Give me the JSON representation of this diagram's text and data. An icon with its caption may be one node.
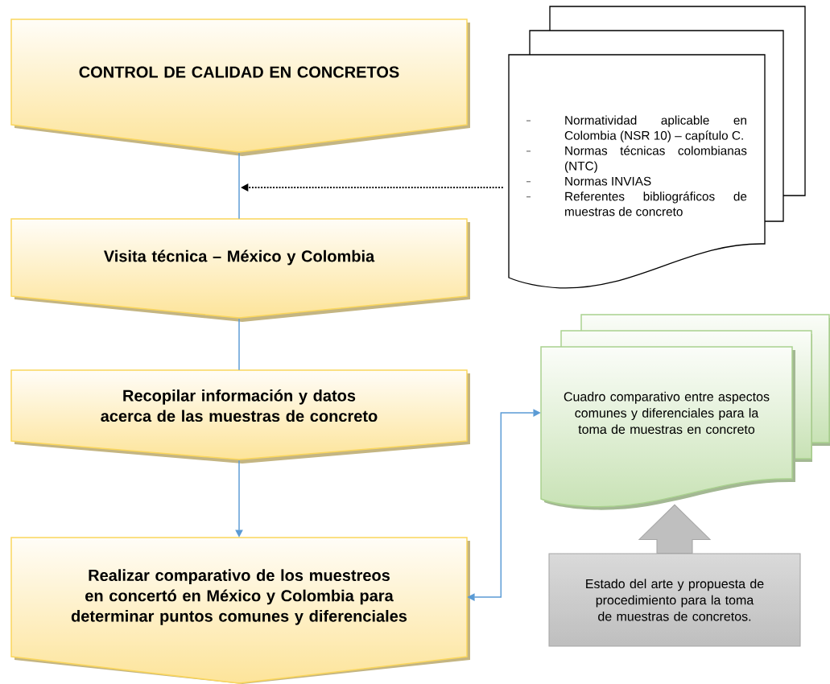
{
  "diagram": {
    "nodes": [
      {
        "text": [
          "CONTROL DE CALIDAD EN CONCRETOS"
        ]
      },
      {
        "text": [
          "Visita técnica – México y Colombia"
        ]
      },
      {
        "text": [
          "Recopilar información y datos acerca de las muestras de concreto"
        ]
      },
      {
        "text": [
          "Realizar comparativo de los muestreos en concertó en México y Colombia para determinar puntos comunes y diferenciales"
        ]
      },
      {
        "text": [
          "Normatividad aplicable en Colombia (NSR 10) – capítulo C.",
          "Normas técnicas colombianas (NTC)",
          "Normas INVIAS",
          "Referentes bibliográficos de muestras de concreto"
        ]
      },
      {
        "text": [
          "Cuadro comparativo entre aspectos comunes y diferenciales para la toma de muestras en concreto"
        ]
      },
      {
        "text": [
          "Estado del arte y propuesta de procedimiento para la toma de muestras de concretos."
        ]
      }
    ],
    "edges": [
      {
        "from": 0,
        "to": 1,
        "arrow": "none"
      },
      {
        "from": 1,
        "to": 2,
        "arrow": "none"
      },
      {
        "from": 2,
        "to": 3,
        "arrow": "to"
      },
      {
        "from": 4,
        "to": null,
        "arrow": "to",
        "style": "dashed",
        "color": "#000000"
      },
      {
        "from": 3,
        "to": 5,
        "arrow": "both"
      },
      {
        "from": 6,
        "to": 5,
        "arrow": "to",
        "style": "thick",
        "color": "#bfbfbf"
      }
    ]
  }
}
